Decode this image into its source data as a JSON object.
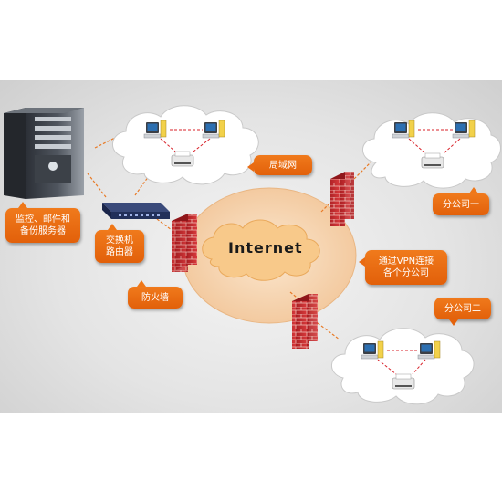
{
  "diagram": {
    "internet_label": "Internet",
    "labels": {
      "lan": "局域网",
      "branch1": "分公司一",
      "branch2": "分公司二",
      "firewall": "防火墙",
      "switch_router": "交换机\n路由器",
      "servers": "监控、邮件和\n备份服务器",
      "vpn": "通过VPN连接\n各个分公司"
    },
    "colors": {
      "callout": "#ef7718",
      "internet_ring": "#f6d8b4",
      "cloud": "#ffffff",
      "firewall": "#c8282d",
      "link_dashed": "#e87a26",
      "lan_line": "#d9222a"
    }
  }
}
